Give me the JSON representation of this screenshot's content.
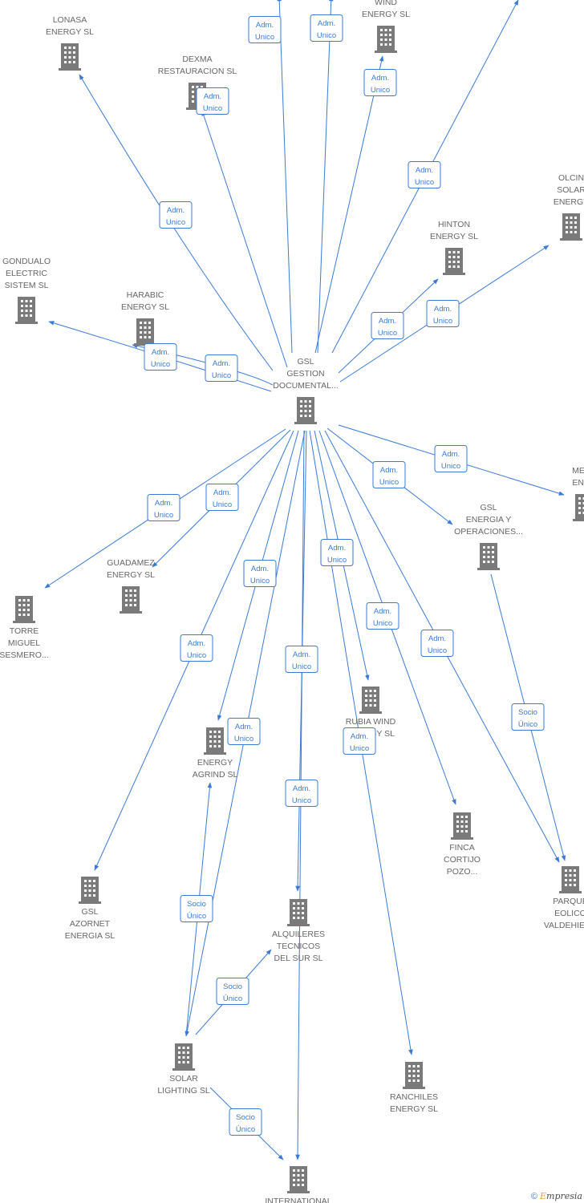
{
  "colors": {
    "edge": "#3a7ad5",
    "building": "#7a7a7a",
    "label": "#666666"
  },
  "nodes": [
    {
      "id": "center",
      "lines": [
        "GSL",
        "GESTION",
        "DOCUMENTAL..."
      ]
    },
    {
      "id": "lonasa",
      "lines": [
        "LONASA",
        "ENERGY  SL"
      ]
    },
    {
      "id": "dexma",
      "lines": [
        "DEXMA",
        "RESTAURACION SL"
      ]
    },
    {
      "id": "wind",
      "lines": [
        "WIND",
        "ENERGY SL"
      ]
    },
    {
      "id": "olcina",
      "lines": [
        "OLCIN",
        "SOLAR",
        "ENERGY"
      ]
    },
    {
      "id": "hinton",
      "lines": [
        "HINTON",
        "ENERGY  SL"
      ]
    },
    {
      "id": "gondualo",
      "lines": [
        "GONDUALO",
        "ELECTRIC",
        "SISTEM  SL"
      ]
    },
    {
      "id": "harabic",
      "lines": [
        "HARABIC",
        "ENERGY  SL"
      ]
    },
    {
      "id": "melo",
      "lines": [
        "MELO",
        "ENER"
      ]
    },
    {
      "id": "gslenergia",
      "lines": [
        "GSL",
        "ENERGIA Y",
        "OPERACIONES..."
      ]
    },
    {
      "id": "guadamez",
      "lines": [
        "GUADAMEZ",
        "ENERGY  SL"
      ]
    },
    {
      "id": "torre",
      "lines": [
        "TORRE",
        "MIGUEL",
        "SESMERO..."
      ]
    },
    {
      "id": "rubia",
      "lines": [
        "RUBIA WIND",
        "ENERGY  SL"
      ]
    },
    {
      "id": "agrind",
      "lines": [
        "ENERGY",
        "AGRIND  SL"
      ]
    },
    {
      "id": "finca",
      "lines": [
        "FINCA",
        "CORTIJO",
        "POZO..."
      ]
    },
    {
      "id": "parque",
      "lines": [
        "PARQUE",
        "EOLICO",
        "VALDEHIERR"
      ]
    },
    {
      "id": "azornet",
      "lines": [
        "GSL",
        "AZORNET",
        "ENERGIA  SL"
      ]
    },
    {
      "id": "alquileres",
      "lines": [
        "ALQUILERES",
        "TECNICOS",
        "DEL SUR SL"
      ]
    },
    {
      "id": "solar",
      "lines": [
        "SOLAR",
        "LIGHTING SL"
      ]
    },
    {
      "id": "ranchiles",
      "lines": [
        "RANCHILES",
        "ENERGY  SL"
      ]
    },
    {
      "id": "international",
      "lines": [
        "INTERNATIONAL"
      ]
    }
  ],
  "edge_labels": {
    "adm": [
      "Adm.",
      "Unico"
    ],
    "socio": [
      "Socio",
      "Único"
    ]
  },
  "edges": [
    {
      "to": "lonasa",
      "type": "adm"
    },
    {
      "to": "dexma",
      "type": "adm"
    },
    {
      "to": "top1",
      "type": "adm"
    },
    {
      "to": "top2",
      "type": "adm"
    },
    {
      "to": "wind",
      "type": "adm"
    },
    {
      "to": "top3",
      "type": "adm"
    },
    {
      "to": "hinton",
      "type": "adm"
    },
    {
      "to": "olcina",
      "type": "adm"
    },
    {
      "to": "gondualo",
      "type": "adm"
    },
    {
      "to": "harabic",
      "type": "adm"
    },
    {
      "to": "melo",
      "type": "adm"
    },
    {
      "to": "gslenergia",
      "type": "adm"
    },
    {
      "to": "torre",
      "type": "adm"
    },
    {
      "to": "guadamez",
      "type": "adm"
    },
    {
      "to": "agrind",
      "type": "adm"
    },
    {
      "to": "rubia",
      "type": "adm"
    },
    {
      "to": "finca",
      "type": "adm"
    },
    {
      "to": "parque",
      "type": "adm"
    },
    {
      "to": "azornet",
      "type": "adm"
    },
    {
      "to": "alquileres",
      "type": "adm"
    },
    {
      "to": "solar",
      "type": "adm"
    },
    {
      "to": "ranchiles",
      "type": "adm"
    },
    {
      "to": "international",
      "type": "adm"
    },
    {
      "from": "gslenergia",
      "to": "parque",
      "type": "socio"
    },
    {
      "from": "solar",
      "to": "agrind",
      "type": "socio"
    },
    {
      "from": "solar",
      "to": "alquileres",
      "type": "socio"
    },
    {
      "from": "solar",
      "to": "international",
      "type": "socio"
    }
  ],
  "footer": {
    "copyright": "©",
    "brand_e": "E",
    "brand_rest": "mpresia"
  }
}
